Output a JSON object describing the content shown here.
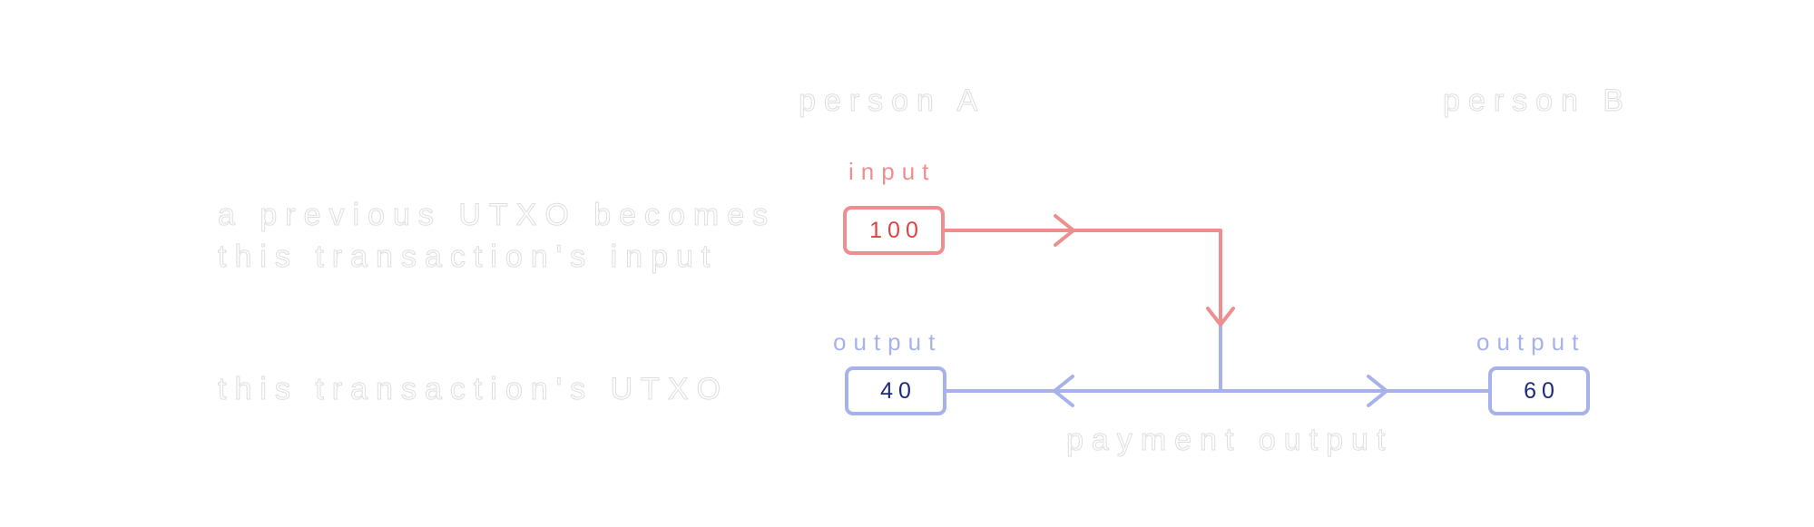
{
  "labels": {
    "person_a": "person A",
    "person_b": "person B",
    "desc_line_1": "a previous UTXO becomes",
    "desc_line_2": "this transaction's input",
    "desc_utxo": "this transaction's UTXO",
    "input_label": "input",
    "output_label_a": "output",
    "output_label_b": "output",
    "payment_output": "payment output"
  },
  "values": {
    "input": "100",
    "output_a": "40",
    "output_b": "60"
  },
  "colors": {
    "input": "#ee8f8f",
    "input_text": "#d94545",
    "output": "#a8b2ea",
    "output_text": "#1b2a7a",
    "faint_text": "#dedede"
  }
}
